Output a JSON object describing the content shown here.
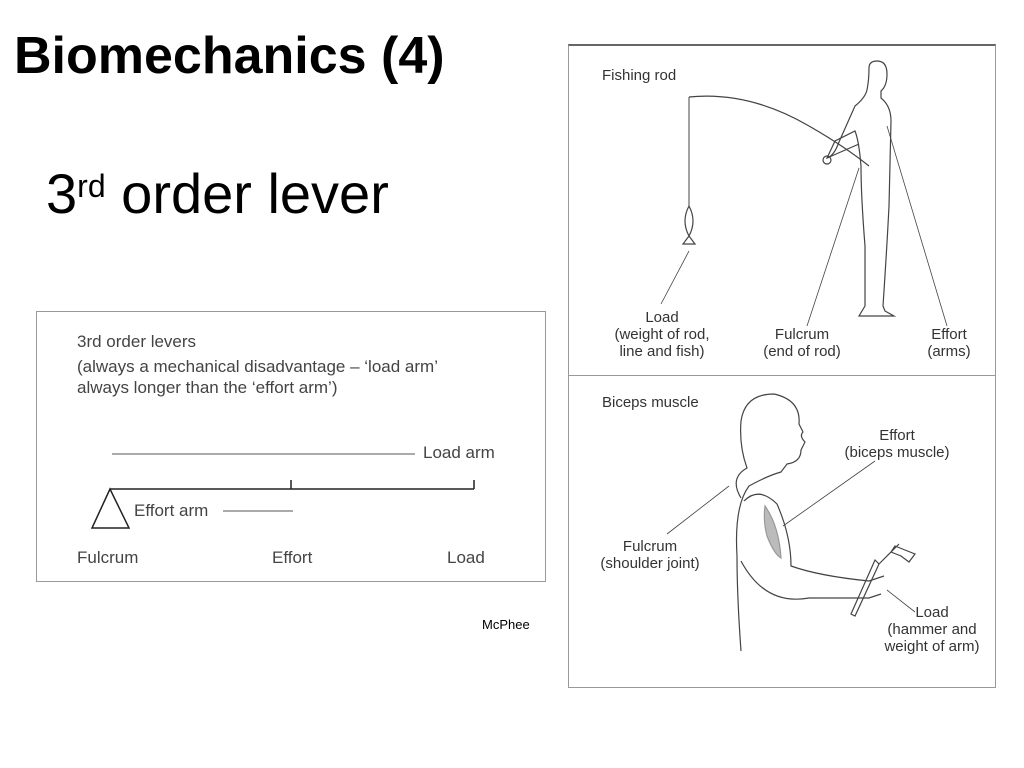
{
  "slide": {
    "title": "Biomechanics (4)",
    "subtitle_number": "3",
    "subtitle_sup": "rd",
    "subtitle_rest": " order lever"
  },
  "lever_diagram": {
    "heading": "3rd order levers",
    "description_line1": "(always a mechanical disadvantage – ‘load arm’",
    "description_line2": "always longer than the ‘effort arm’)",
    "load_arm_label": "Load arm",
    "effort_arm_label": "Effort arm",
    "fulcrum_label": "Fulcrum",
    "effort_label": "Effort",
    "load_label": "Load"
  },
  "credit": "McPhee",
  "fishing_panel": {
    "heading": "Fishing rod",
    "load_line1": "Load",
    "load_line2": "(weight of rod,",
    "load_line3": "line and fish)",
    "fulcrum_line1": "Fulcrum",
    "fulcrum_line2": "(end of rod)",
    "effort_line1": "Effort",
    "effort_line2": "(arms)"
  },
  "biceps_panel": {
    "heading": "Biceps muscle",
    "effort_line1": "Effort",
    "effort_line2": "(biceps muscle)",
    "fulcrum_line1": "Fulcrum",
    "fulcrum_line2": "(shoulder joint)",
    "load_line1": "Load",
    "load_line2": "(hammer and",
    "load_line3": "weight of arm)"
  }
}
